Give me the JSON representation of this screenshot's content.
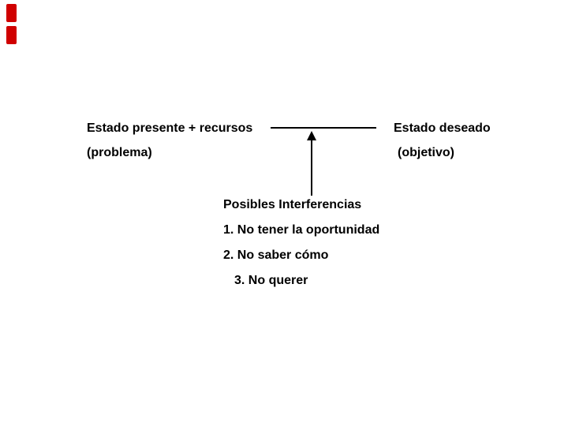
{
  "slide": {
    "colors": {
      "background": "#FFFFFF",
      "text": "#000000",
      "accent_red": "#D00000"
    },
    "states": {
      "present": {
        "label": "Estado presente + recursos",
        "sublabel": "(problema)"
      },
      "desired": {
        "label": "Estado deseado",
        "sublabel": "(objetivo)"
      }
    },
    "connector": {
      "type": "line",
      "arrow_direction": "up"
    },
    "interferences": {
      "title": "Posibles Interferencias",
      "items": [
        "1. No tener la oportunidad",
        "2. No saber cómo",
        "3. No querer"
      ]
    }
  }
}
